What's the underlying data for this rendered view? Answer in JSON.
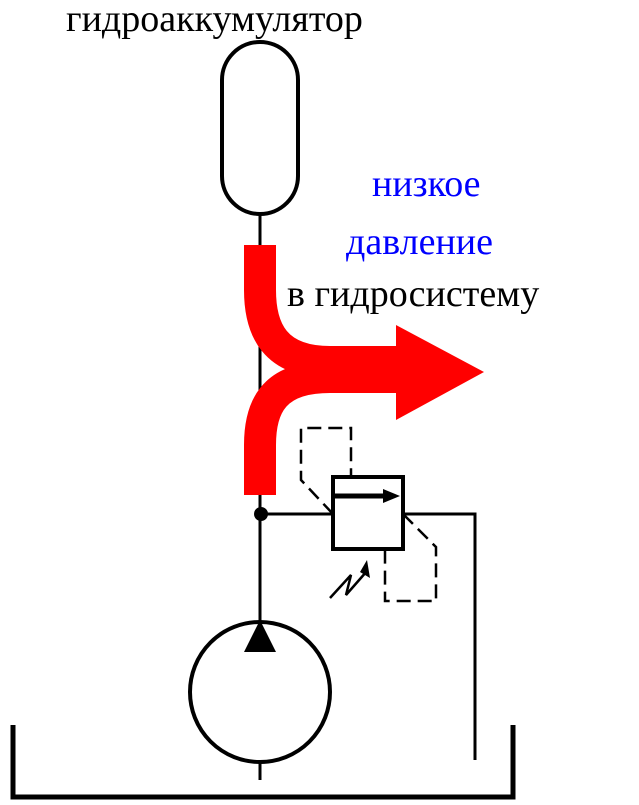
{
  "labels": {
    "accumulator": "гидроаккумулятор",
    "low_pressure_line1": "низкое",
    "low_pressure_line2": "давление",
    "to_hydraulic_system": "в гидросистему"
  },
  "colors": {
    "line": "#000000",
    "flow_arrow": "#ff0000",
    "low_pressure_text": "#0000ff",
    "background": "#ffffff"
  }
}
